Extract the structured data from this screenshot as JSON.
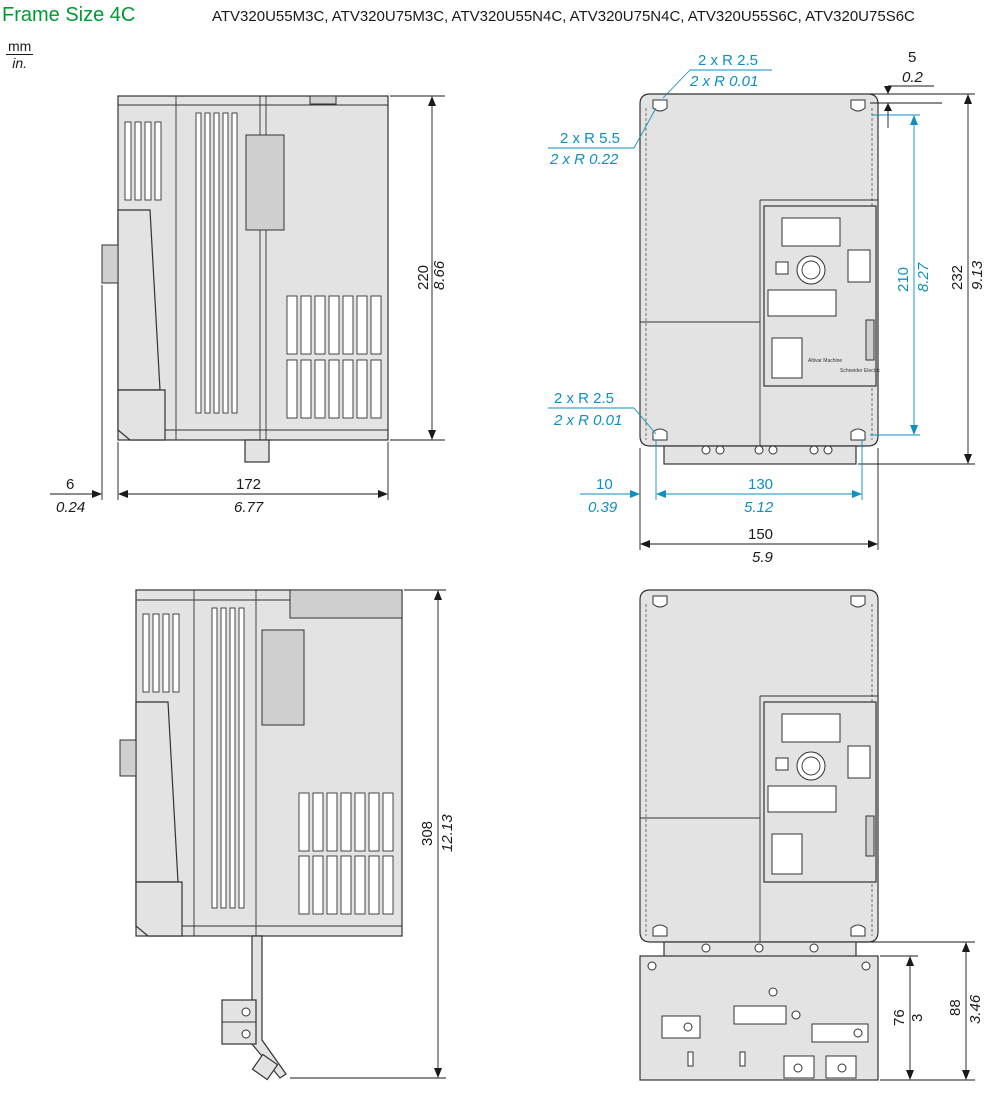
{
  "header": {
    "title": "Frame Size 4C",
    "subtitle": "ATV320U55M3C, ATV320U75M3C, ATV320U55N4C, ATV320U75N4C, ATV320U55S6C, ATV320U75S6C"
  },
  "units": {
    "primary": "mm",
    "secondary": "in."
  },
  "colors": {
    "title": "#009933",
    "dimension_accent": "#0e8fc0",
    "dimension_text": "#1a1a1a",
    "body_fill": "#e3e3e3"
  },
  "views": {
    "side_top": {
      "height": {
        "mm": "220",
        "in": "8.66"
      },
      "depth": {
        "mm": "172",
        "in": "6.77"
      },
      "offset": {
        "mm": "6",
        "in": "0.24"
      }
    },
    "front_top": {
      "top_radius": {
        "mm": "2 x R 2.5",
        "in": "2 x R 0.01"
      },
      "side_radius": {
        "mm": "2 x R 5.5",
        "in": "2 x R 0.22"
      },
      "bottom_radius": {
        "mm": "2 x R 2.5",
        "in": "2 x R 0.01"
      },
      "top_offset": {
        "mm": "5",
        "in": "0.2"
      },
      "hole_spacing_v": {
        "mm": "210",
        "in": "8.27"
      },
      "height": {
        "mm": "232",
        "in": "9.13"
      },
      "left_offset": {
        "mm": "10",
        "in": "0.39"
      },
      "hole_spacing_h": {
        "mm": "130",
        "in": "5.12"
      },
      "width": {
        "mm": "150",
        "in": "5.9"
      }
    },
    "side_bottom": {
      "height": {
        "mm": "308",
        "in": "12.13"
      }
    },
    "front_bottom": {
      "plate_height": {
        "mm": "76",
        "in": "3"
      },
      "plate_total": {
        "mm": "88",
        "in": "3.46"
      }
    }
  },
  "device_label": {
    "brand": "Schneider Electric",
    "model": "Altivar Machine"
  }
}
